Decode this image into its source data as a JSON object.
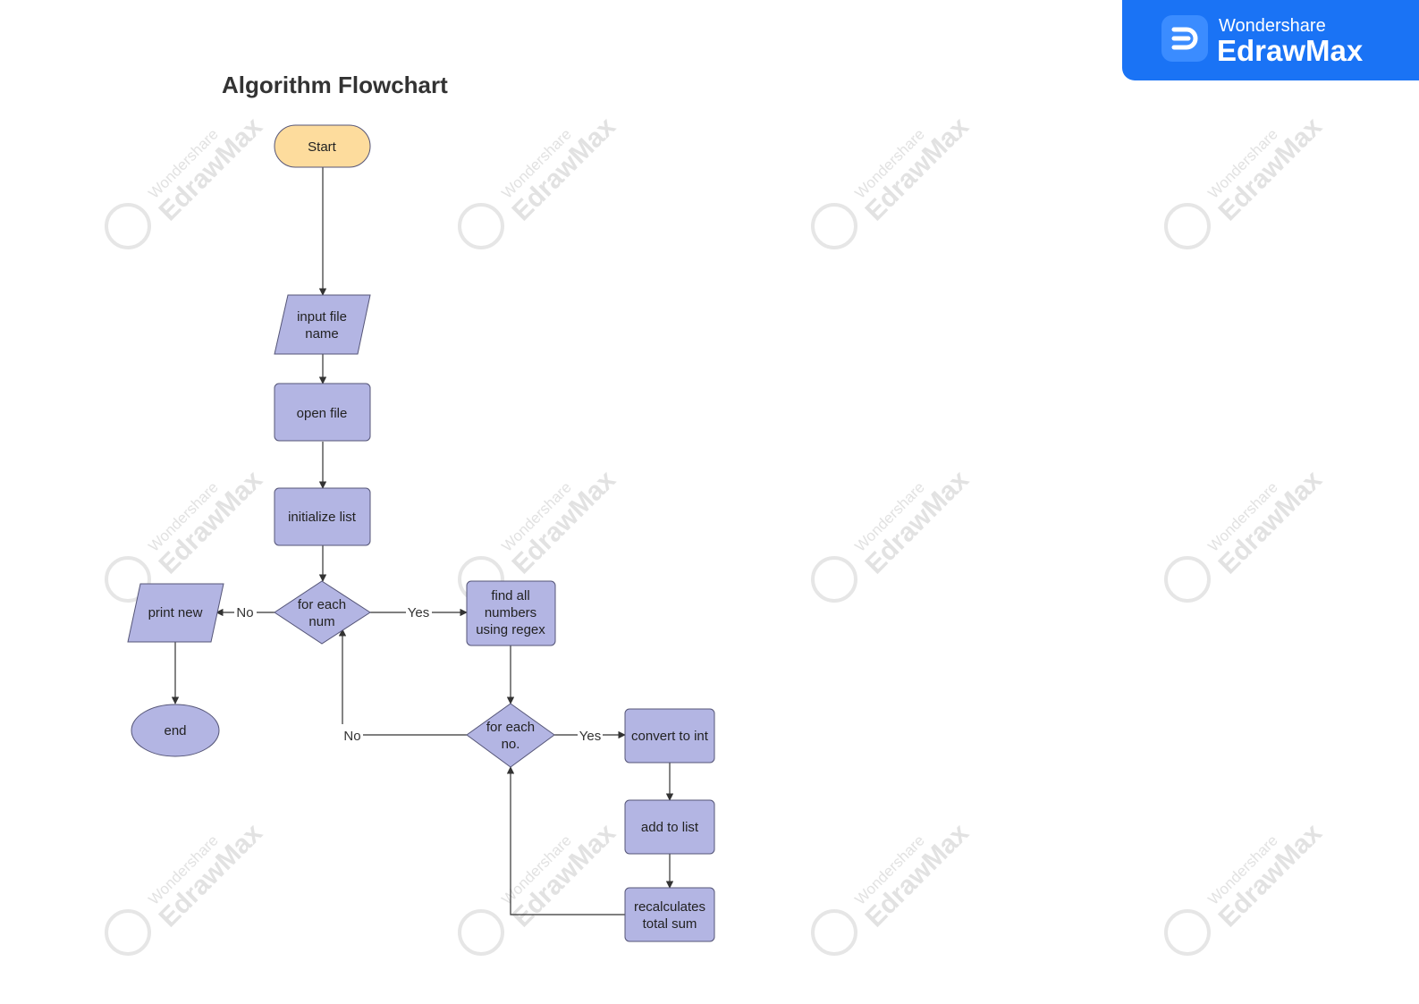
{
  "title": "Algorithm Flowchart",
  "brand": {
    "top": "Wondershare",
    "main": "EdrawMax",
    "color": "#1a73f5"
  },
  "watermark": {
    "line1": "Wondershare",
    "line2": "EdrawMax"
  },
  "colors": {
    "start_fill": "#fddc9d",
    "process_fill": "#b3b5e3",
    "stroke": "#555577"
  },
  "nodes": {
    "start": "Start",
    "input": [
      "input file",
      "name"
    ],
    "open": "open file",
    "init": "initialize list",
    "foreach_num": [
      "for each",
      "num"
    ],
    "find": [
      "find all",
      "numbers",
      "using regex"
    ],
    "print": "print new",
    "end": "end",
    "foreach_no": [
      "for each",
      "no."
    ],
    "convert": "convert to int",
    "add": "add to list",
    "recalc": [
      "recalculates",
      "total sum"
    ]
  },
  "edges": {
    "yes1": "Yes",
    "no1": "No",
    "yes2": "Yes",
    "no2": "No"
  }
}
